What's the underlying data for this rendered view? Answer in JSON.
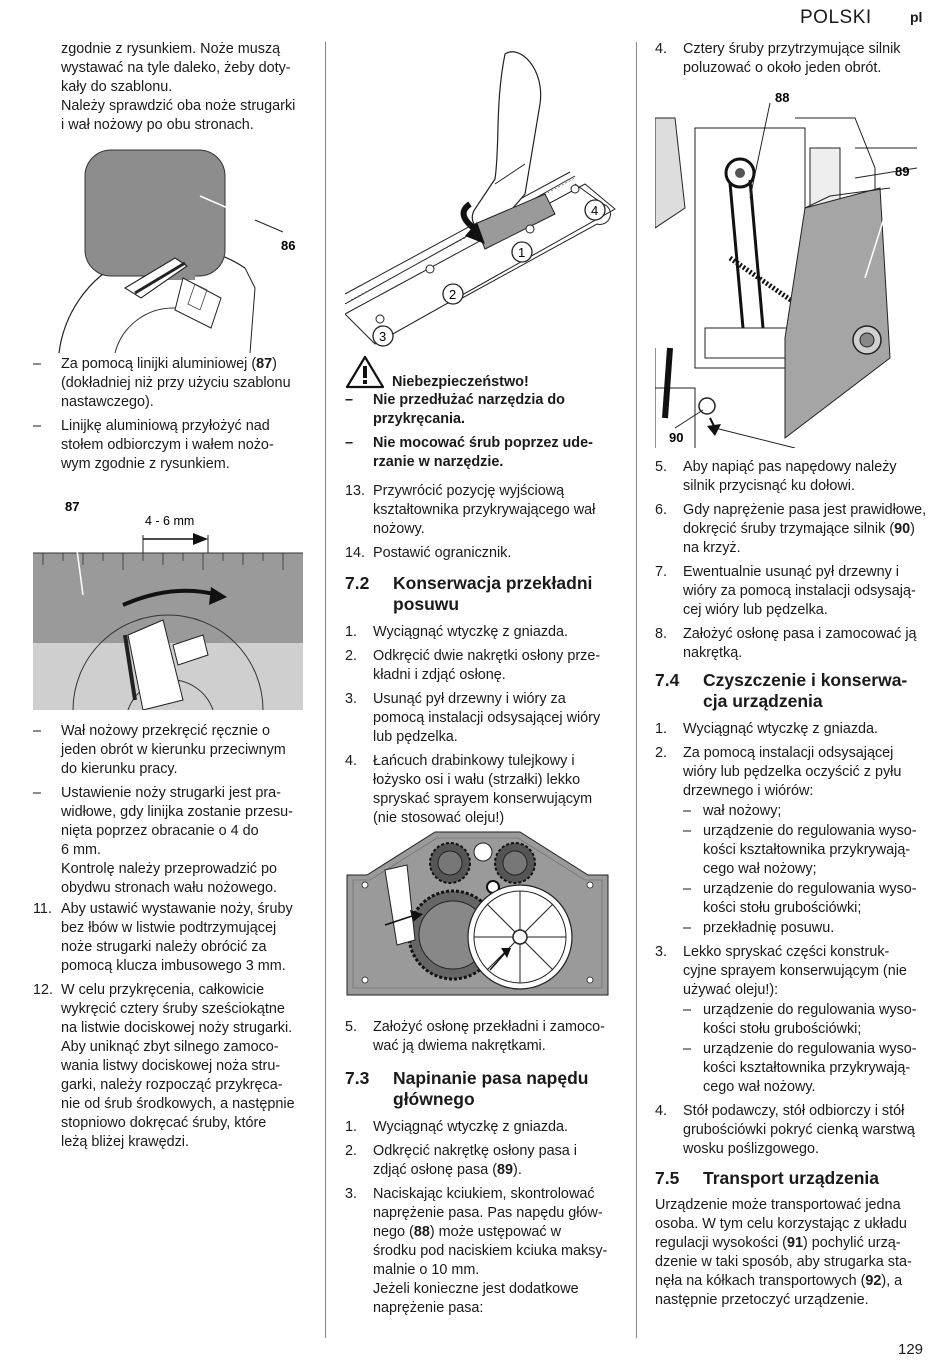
{
  "header": {
    "language": "POLSKI",
    "code": "pl"
  },
  "page_number": "129",
  "col1": {
    "intro_lines": [
      "zgodnie z rysunkiem. Noże muszą",
      "wystawać na tyle daleko, żeby doty-",
      "kały do szablonu.",
      "Należy sprawdzić oba noże strugarki",
      "i wał nożowy po obu stronach."
    ],
    "fig1_label": "86",
    "bullets_a": [
      {
        "marker": "–",
        "lines": [
          "Za pomocą linijki aluminiowej (87)",
          "(dokładniej niż przy użyciu szablonu",
          "nastawczego)."
        ]
      },
      {
        "marker": "–",
        "lines": [
          "Linijkę aluminiową przyłożyć nad",
          "stołem odbiorczym i wałem nożo-",
          "wym zgodnie z rysunkiem."
        ]
      }
    ],
    "fig2_label": "87",
    "fig2_dimension": "4 - 6 mm",
    "bullets_b": [
      {
        "marker": "–",
        "lines": [
          "Wał nożowy przekręcić ręcznie o",
          "jeden obrót w kierunku przeciwnym",
          "do kierunku pracy."
        ]
      },
      {
        "marker": "–",
        "lines": [
          "Ustawienie noży strugarki jest pra-",
          "widłowe, gdy linijka zostanie przesu-",
          "nięta poprzez obracanie o 4 do",
          "6 mm.",
          "Kontrolę należy przeprowadzić po",
          "obydwu stronach wału nożowego."
        ]
      }
    ],
    "steps": [
      {
        "marker": "11.",
        "lines": [
          "Aby ustawić wystawanie noży, śruby",
          "bez łbów w listwie podtrzymującej",
          "noże strugarki należy obrócić za",
          "pomocą klucza imbusowego 3 mm."
        ]
      },
      {
        "marker": "12.",
        "lines": [
          "W celu przykręcenia, całkowicie",
          "wykręcić cztery śruby sześciokątne",
          "na listwie dociskowej noży strugarki.",
          "Aby uniknąć zbyt silnego zamoco-",
          "wania listwy dociskowej noża stru-",
          "garki, należy rozpocząć przykręca-",
          "nie od śrub środkowych, a następnie",
          "stopniowo dokręcać śruby, które",
          "leżą bliżej krawędzi."
        ]
      }
    ]
  },
  "col2": {
    "fig3_callouts": [
      "1",
      "2",
      "3",
      "4"
    ],
    "warning_title": "Niebezpieczeństwo!",
    "warning_items": [
      {
        "marker": "–",
        "lines": [
          "Nie przedłużać narzędzia do",
          "przykręcania."
        ]
      },
      {
        "marker": "–",
        "lines": [
          "Nie mocować śrub poprzez ude-",
          "rzanie w narzędzie."
        ]
      }
    ],
    "steps": [
      {
        "marker": "13.",
        "lines": [
          "Przywrócić pozycję wyjściową",
          "kształtownika przykrywającego wał",
          "nożowy."
        ]
      },
      {
        "marker": "14.",
        "lines": [
          "Postawić ogranicznik."
        ]
      }
    ],
    "section_72": {
      "num": "7.2",
      "title_lines": [
        "Konserwacja przekładni",
        "posuwu"
      ],
      "steps": [
        {
          "marker": "1.",
          "lines": [
            "Wyciągnąć wtyczkę z gniazda."
          ]
        },
        {
          "marker": "2.",
          "lines": [
            "Odkręcić dwie nakrętki osłony prze-",
            "kładni i zdjąć osłonę."
          ]
        },
        {
          "marker": "3.",
          "lines": [
            "Usunąć pył drzewny i wióry za",
            "pomocą instalacji odsysającej wióry",
            "lub pędzelka."
          ]
        },
        {
          "marker": "4.",
          "lines": [
            "Łańcuch drabinkowy tulejkowy i",
            "łożysko osi i wału (strzałki) lekko",
            "spryskać sprayem konserwującym",
            "(nie stosować oleju!)"
          ]
        }
      ],
      "after_steps": [
        {
          "marker": "5.",
          "lines": [
            "Założyć osłonę przekładni i zamoco-",
            "wać ją dwiema nakrętkami."
          ]
        }
      ]
    },
    "section_73": {
      "num": "7.3",
      "title_lines": [
        "Napinanie pasa napędu",
        "głównego"
      ],
      "steps": [
        {
          "marker": "1.",
          "lines": [
            "Wyciągnąć wtyczkę z gniazda."
          ]
        },
        {
          "marker": "2.",
          "lines": [
            "Odkręcić nakrętkę osłony pasa i",
            "zdjąć osłonę pasa (89)."
          ]
        },
        {
          "marker": "3.",
          "lines": [
            "Naciskając kciukiem, skontrolować",
            "naprężenie pasa. Pas napędu głów-",
            "nego (88) może ustępować w",
            "środku pod naciskiem kciuka maksy-",
            "malnie o 10 mm.",
            "Jeżeli konieczne jest dodatkowe",
            "naprężenie pasa:"
          ]
        }
      ]
    }
  },
  "col3": {
    "step4": {
      "marker": "4.",
      "lines": [
        "Cztery śruby przytrzymujące silnik",
        "poluzować o około jeden obrót."
      ]
    },
    "fig_labels": [
      "88",
      "89",
      "90"
    ],
    "steps": [
      {
        "marker": "5.",
        "lines": [
          "Aby napiąć pas napędowy należy",
          "silnik przycisnąć ku dołowi."
        ]
      },
      {
        "marker": "6.",
        "lines": [
          "Gdy naprężenie pasa jest prawidłowe,",
          "dokręcić śruby trzymające silnik (90)",
          "na krzyż."
        ]
      },
      {
        "marker": "7.",
        "lines": [
          "Ewentualnie usunąć pył drzewny i",
          "wióry za pomocą instalacji odsysają-",
          "cej wióry lub pędzelka."
        ]
      },
      {
        "marker": "8.",
        "lines": [
          "Założyć osłonę pasa i zamocować ją",
          "nakrętką."
        ]
      }
    ],
    "section_74": {
      "num": "7.4",
      "title_lines": [
        "Czyszczenie i konserwa-",
        "cja urządzenia"
      ],
      "step1": {
        "marker": "1.",
        "lines": [
          "Wyciągnąć wtyczkę z gniazda."
        ]
      },
      "step2": {
        "marker": "2.",
        "lines": [
          "Za pomocą instalacji odsysającej",
          "wióry lub pędzelka oczyścić z pyłu",
          "drzewnego i wiórów:"
        ]
      },
      "step2_subs": [
        {
          "marker": "–",
          "lines": [
            "wał nożowy;"
          ]
        },
        {
          "marker": "–",
          "lines": [
            "urządzenie do regulowania wyso-",
            "kości kształtownika przykrywają-",
            "cego wał nożowy;"
          ]
        },
        {
          "marker": "–",
          "lines": [
            "urządzenie do regulowania wyso-",
            "kości stołu grubościówki;"
          ]
        },
        {
          "marker": "–",
          "lines": [
            "przekładnię posuwu."
          ]
        }
      ],
      "step3": {
        "marker": "3.",
        "lines": [
          "Lekko spryskać części konstruk-",
          "cyjne sprayem konserwującym (nie",
          "używać oleju!):"
        ]
      },
      "step3_subs": [
        {
          "marker": "–",
          "lines": [
            "urządzenie do regulowania wyso-",
            "kości stołu grubościówki;"
          ]
        },
        {
          "marker": "–",
          "lines": [
            "urządzenie do regulowania wyso-",
            "kości kształtownika przykrywają-",
            "cego wał nożowy."
          ]
        }
      ],
      "step4": {
        "marker": "4.",
        "lines": [
          "Stół podawczy, stół odbiorczy i stół",
          "grubościówki pokryć cienką warstwą",
          "wosku poślizgowego."
        ]
      }
    },
    "section_75": {
      "num": "7.5",
      "title": "Transport urządzenia",
      "paragraph_lines": [
        "Urządzenie może transportować jedna",
        "osoba. W tym celu korzystając z układu",
        "regulacji wysokości (91) pochylić urzą-",
        "dzenie w taki sposób, aby strugarka sta-",
        "nęła na kółkach transportowych (92), a",
        "następnie przetoczyć urządzenie."
      ]
    }
  }
}
